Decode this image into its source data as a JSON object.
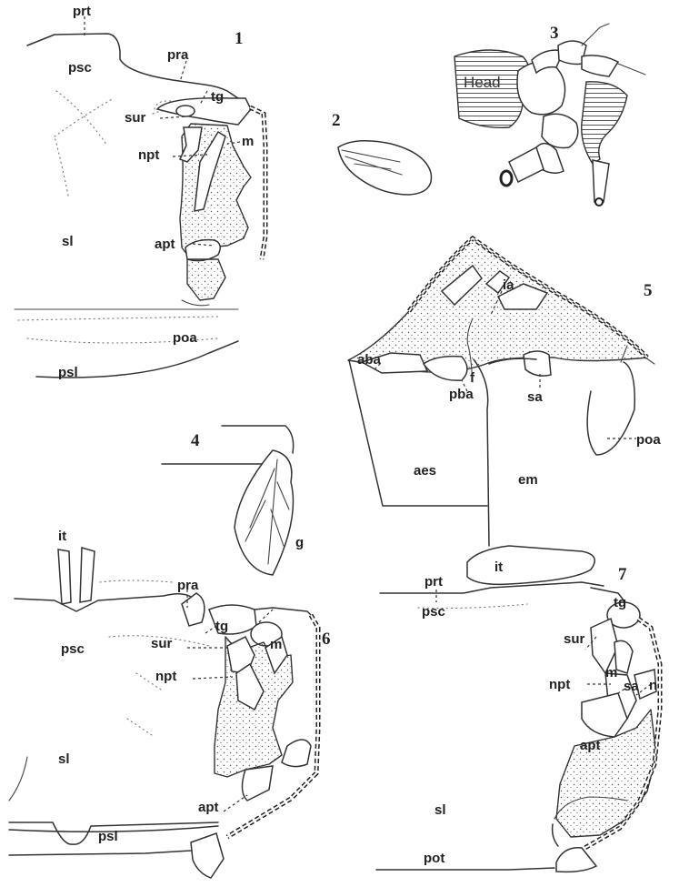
{
  "figures": [
    {
      "number": "1",
      "labels": [
        "prt",
        "pra",
        "psc",
        "tg",
        "sur",
        "m",
        "npt",
        "sl",
        "apt",
        "poa",
        "psl"
      ]
    },
    {
      "number": "2",
      "labels": []
    },
    {
      "number": "3",
      "labels": [
        "Head"
      ]
    },
    {
      "number": "4",
      "labels": [
        "g"
      ]
    },
    {
      "number": "5",
      "labels": [
        "ia",
        "aba",
        "f",
        "pba",
        "sa",
        "poa",
        "aes",
        "em"
      ]
    },
    {
      "number": "6",
      "labels": [
        "it",
        "pra",
        "tg",
        "psc",
        "sur",
        "m",
        "npt",
        "sl",
        "apt",
        "psl"
      ]
    },
    {
      "number": "7",
      "labels": [
        "it",
        "prt",
        "tg",
        "psc",
        "sur",
        "npt",
        "m",
        "sa",
        "n",
        "apt",
        "sl",
        "pot"
      ]
    }
  ]
}
